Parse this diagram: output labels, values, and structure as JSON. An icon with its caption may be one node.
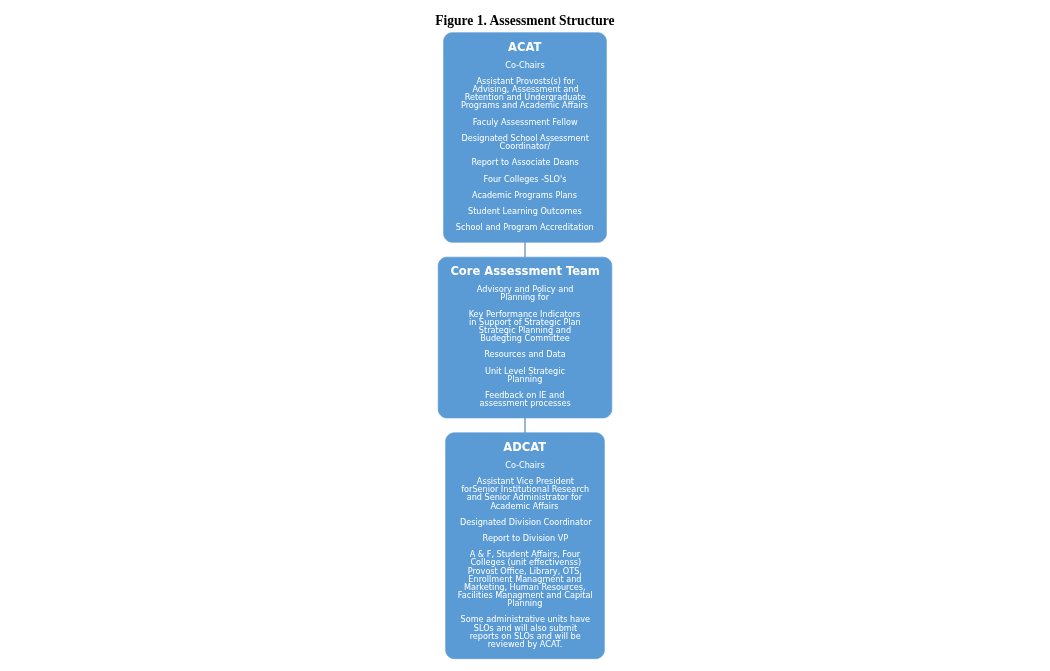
{
  "diagram": {
    "title": "Figure 1. Assessment Structure",
    "nodes": [
      {
        "text": [
          "ACAT",
          "Co-Chairs",
          "Assistant Provosts(s) for Advising, Assessment and Retention and Undergraduate Programs and Academic Affairs",
          "Faculy Assessment Fellow",
          "Designated School Assessment Coordinator/",
          "Report to Associate Deans",
          "Four Colleges -SLO's",
          "Academic Programs Plans",
          "Student Learning Outcomes",
          "School and Program Accreditation"
        ]
      },
      {
        "text": [
          "Core Assessment Team",
          "Advisory and Policy and Planning for",
          "Key Performance Indicators in Support of Strategic Plan Strategic Planning and Budegting Committee",
          "Resources and Data",
          "Unit Level Strategic Planning",
          "Feedback on IE and assessment processes"
        ]
      },
      {
        "text": [
          "ADCAT",
          "Co-Chairs",
          "Assistant Vice President forSenior Institutional Research and Senior Administrator for Academic Affairs",
          "Designated Division Coordinator",
          "Report to Division VP",
          "A & F, Student Affairs, Four Colleges (unit effectivenss) Provost Office, Library, OTS, Enrollment Managment and Marketing, Human Resources, Facilities Managment and Capital Planning",
          "Some administrative units have SLOs and will also submit reports on SLOs and will be reviewed by ACAT."
        ]
      }
    ],
    "edges": [
      {
        "from": 0,
        "to": 1,
        "arrow": "none"
      },
      {
        "from": 1,
        "to": 2,
        "arrow": "none"
      }
    ]
  }
}
